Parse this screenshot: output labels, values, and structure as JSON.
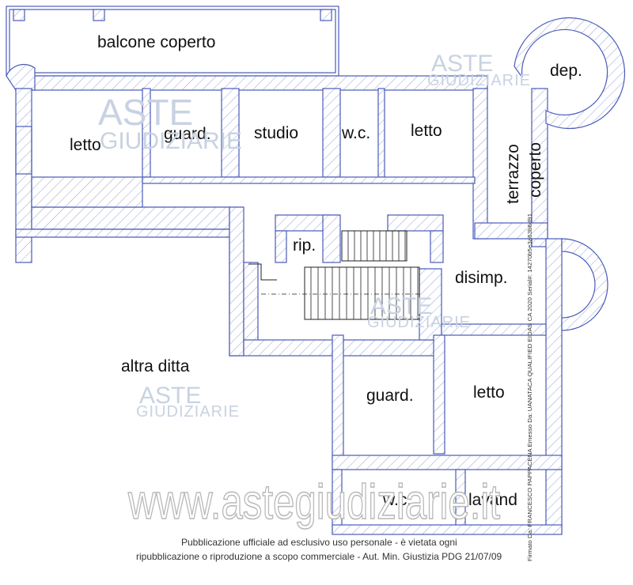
{
  "rooms": {
    "balcone": "balcone coperto",
    "letto_nw": "letto",
    "guard_n": "guard.",
    "studio": "studio",
    "wc_n": "w.c.",
    "letto_n": "letto",
    "dep": "dep.",
    "terrazzo_1": "terrazzo",
    "terrazzo_2": "coperto",
    "rip": "rip.",
    "disimp": "disimp.",
    "altra_ditta": "altra ditta",
    "guard_s": "guard.",
    "letto_s": "letto",
    "wc_s": "w.c.",
    "lavand": "lavand"
  },
  "watermarks": {
    "aste": "ASTE",
    "giudiziarie": "GIUDIZIARIE",
    "site_url": "www.astegiudiziarie.it"
  },
  "caption": {
    "line1": "Pubblicazione ufficiale ad esclusivo uso personale - è vietata ogni",
    "line2": "ripubblicazione o riproduzione a scopo commerciale - Aut. Min. Giustizia PDG 21/07/09"
  },
  "signature": "Firmato Da: FRANCESCO PAPPACENA Emesso Da: UANATACA QUALIFIED EIDAS CA 2020 Serial#: 14270b5e3a63b6d91",
  "colors": {
    "wall_line": "#4a5bb8",
    "hatch": "#9aa3d6",
    "watermark": "#c8d2e2",
    "text": "#111111"
  }
}
